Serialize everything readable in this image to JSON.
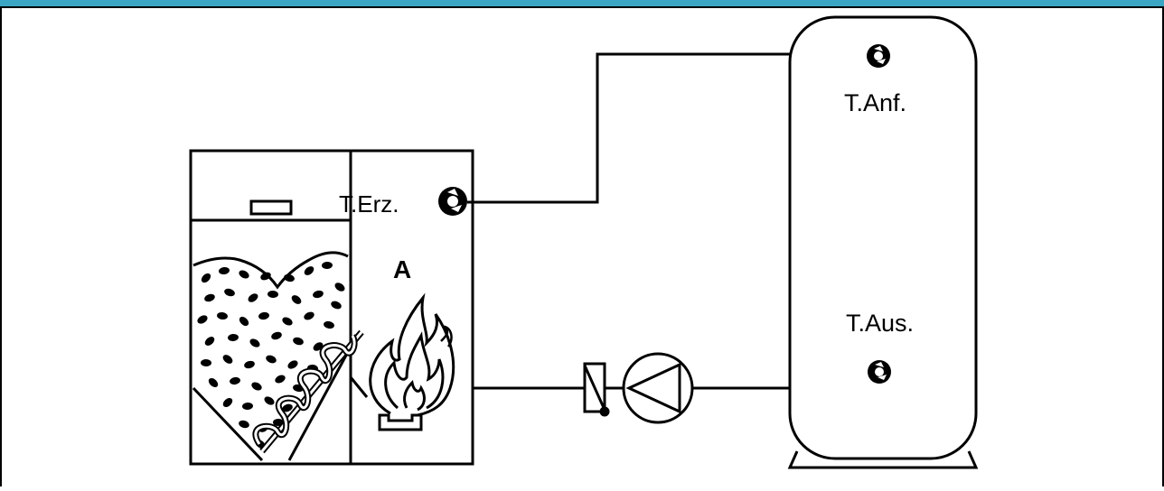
{
  "colors": {
    "header_bar": "#3aa6c4",
    "line": "#000000",
    "background": "#ffffff"
  },
  "diagram": {
    "label_generator_temp": "T.Erz.",
    "label_boiler_letter": "A",
    "label_demand_temp": "T.Anf.",
    "label_outlet_temp": "T.Aus."
  },
  "icons": {
    "sensor": "sensor-icon",
    "pump": "pump-icon",
    "check_valve": "check-valve-icon",
    "flame": "flame-icon",
    "auger": "auger-icon"
  }
}
